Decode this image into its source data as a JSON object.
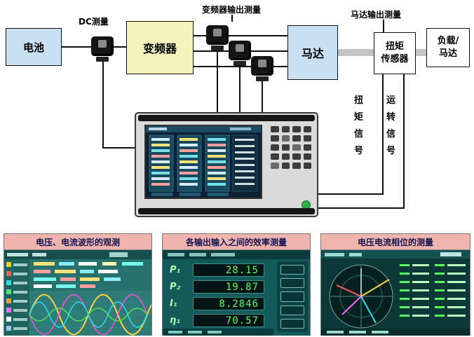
{
  "diagram": {
    "battery_label": "电池",
    "dc_measure_label": "DC测量",
    "inverter_label": "变频器",
    "inverter_output_label": "变频器输出测量",
    "motor_label": "马达",
    "motor_output_label": "马达输出测量",
    "torque_sensor_line1": "扭矩",
    "torque_sensor_line2": "传感器",
    "load_line1": "负载/",
    "load_line2": "马达",
    "torque_signal_label": "扭矩信号",
    "rotation_signal_label": "运转信号"
  },
  "panels": [
    {
      "title": "电压、电流波形的观测"
    },
    {
      "title": "各输出输入之间的效率测量",
      "readings": [
        {
          "label": "P₁",
          "value": "28.15"
        },
        {
          "label": "P₂",
          "value": "19.87"
        },
        {
          "label": "I₁",
          "value": "8.2846"
        },
        {
          "label": "η₁",
          "value": "70.57"
        }
      ]
    },
    {
      "title": "电压电流相位的测量"
    }
  ],
  "colors": {
    "box_blue": "#c9e0f3",
    "box_yellow": "#f6f2bb",
    "header_pink": "#f0b4ae",
    "screen_teal": "#2e7b78",
    "digit_green": "#57fb63"
  }
}
